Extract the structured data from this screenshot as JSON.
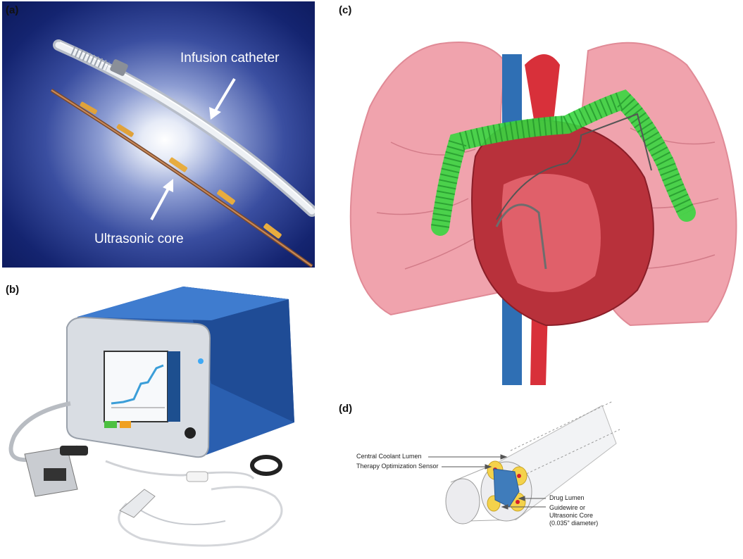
{
  "panels": {
    "a": {
      "label": "(a)",
      "infusion_catheter_label": "Infusion catheter",
      "ultrasonic_core_label": "Ultrasonic core"
    },
    "b": {
      "label": "(b)"
    },
    "c": {
      "label": "(c)"
    },
    "d": {
      "label": "(d)",
      "central_coolant_lumen": "Central Coolant Lumen",
      "therapy_optimization_sensor": "Therapy Optimization Sensor",
      "drug_lumen": "Drug Lumen",
      "guidewire_line1": "Guidewire or",
      "guidewire_line2": "Ultrasonic Core",
      "guidewire_line3": "(0.035\" diameter)"
    }
  },
  "colors": {
    "background_a": "#142470",
    "device_blue": "#2a5fb0",
    "lung_pink": "#f0a3ad",
    "artery_green": "#39d640",
    "vein_blue": "#2f6fb4",
    "aorta_red": "#d8303a"
  }
}
